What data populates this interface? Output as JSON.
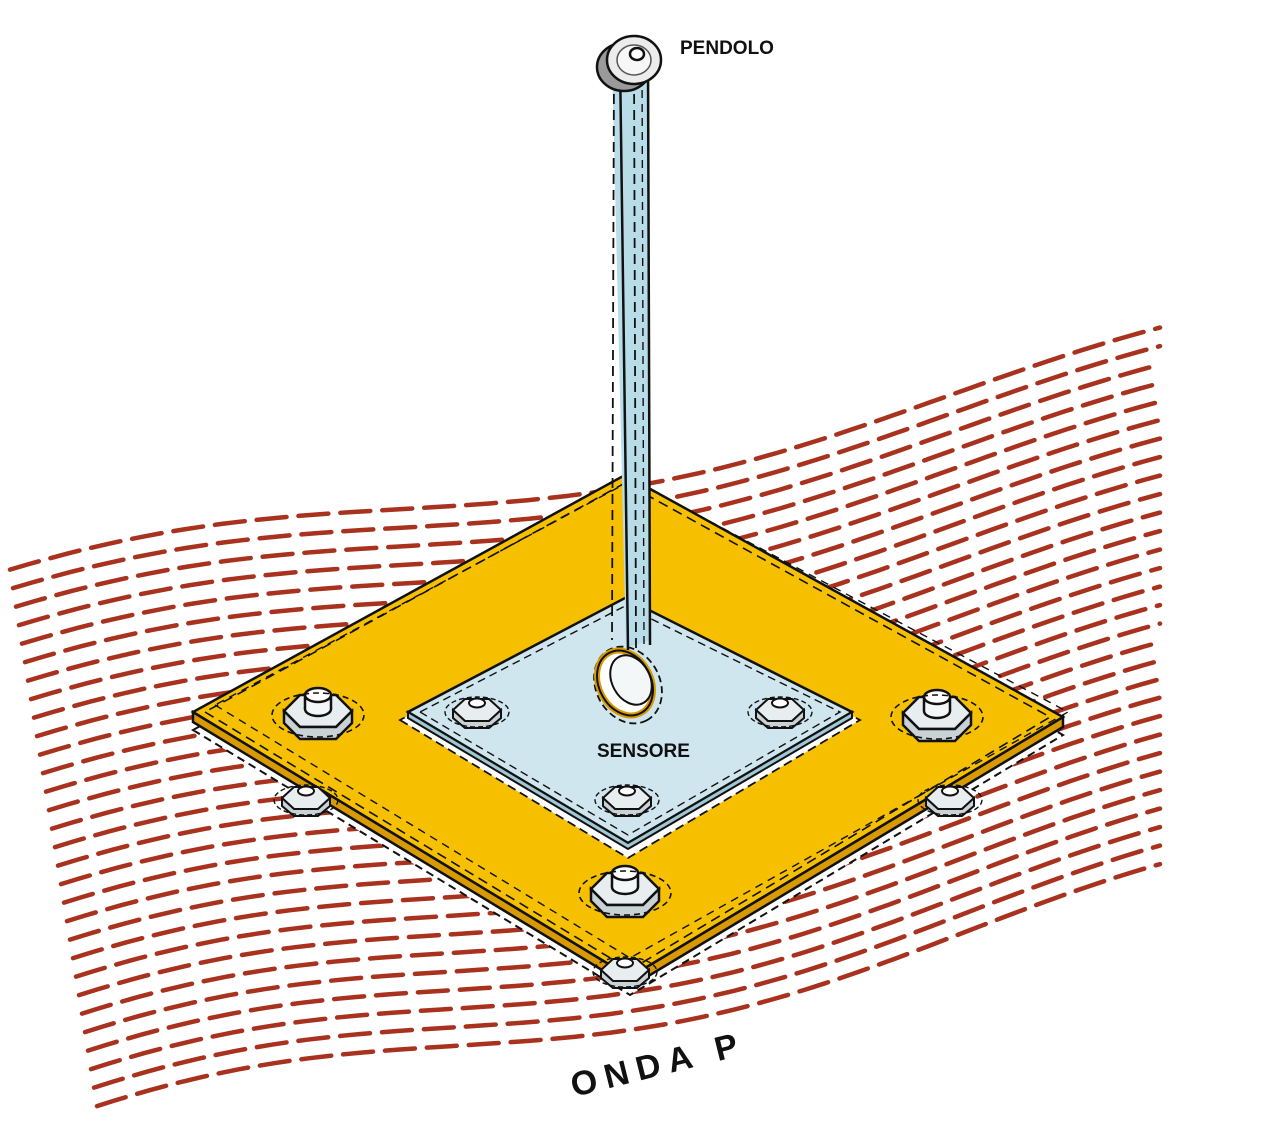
{
  "labels": {
    "pendulum": "PENDOLO",
    "sensor": "SENSORE",
    "wave": "ONDA P"
  },
  "colors": {
    "wave": "#a8321e",
    "plate": "#f6c000",
    "plate_edge": "#d89a00",
    "sensor": "#cfe6ee",
    "rod": "#b9dde8",
    "ink": "#111111"
  }
}
